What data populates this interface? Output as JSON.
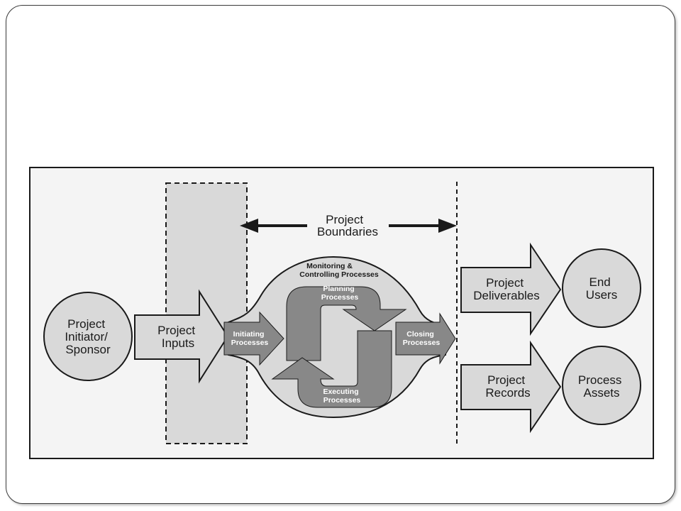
{
  "diagram": {
    "boundaries_label": [
      "Project",
      "Boundaries"
    ],
    "initiator_label": [
      "Project",
      "Initiator/",
      "Sponsor"
    ],
    "inputs_label": [
      "Project",
      "Inputs"
    ],
    "monitoring_label": [
      "Monitoring &",
      "Controlling Processes"
    ],
    "planning_label": [
      "Planning",
      "Processes"
    ],
    "initiating_label": [
      "Initiating",
      "Processes"
    ],
    "executing_label": [
      "Executing",
      "Processes"
    ],
    "closing_label": [
      "Closing",
      "Processes"
    ],
    "deliverables_label": [
      "Project",
      "Deliverables"
    ],
    "records_label": [
      "Project",
      "Records"
    ],
    "end_users_label": [
      "End",
      "Users"
    ],
    "process_assets_label": [
      "Process",
      "Assets"
    ]
  },
  "colors": {
    "light_gray": "#d9d9d9",
    "mid_gray": "#888888",
    "outline": "#1a1a1a"
  }
}
